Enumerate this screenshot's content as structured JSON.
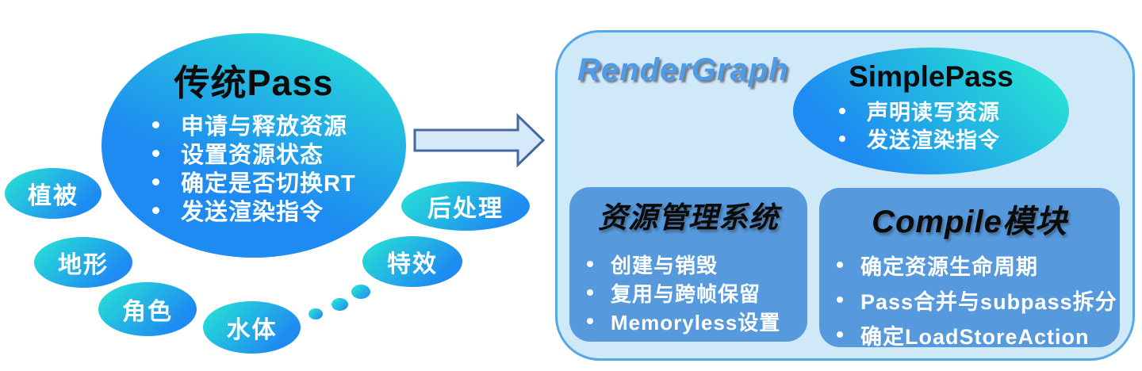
{
  "diagram": {
    "left": {
      "main_ellipse": {
        "title": "传统Pass",
        "bullets": [
          "申请与释放资源",
          "设置资源状态",
          "确定是否切换RT",
          "发送渲染指令"
        ]
      },
      "satellites": [
        {
          "label": "植被"
        },
        {
          "label": "地形"
        },
        {
          "label": "角色"
        },
        {
          "label": "水体"
        },
        {
          "label": "后处理"
        },
        {
          "label": "特效"
        }
      ]
    },
    "right_panel": {
      "label": "RenderGraph",
      "simple_pass": {
        "title": "SimplePass",
        "bullets": [
          "声明读写资源",
          "发送渲染指令"
        ]
      },
      "resource_box": {
        "title": "资源管理系统",
        "bullets": [
          "创建与销毁",
          "复用与跨帧保留",
          "Memoryless设置"
        ]
      },
      "compile_box": {
        "title": "Compile模块",
        "bullets": [
          "确定资源生命周期",
          "Pass合并与subpass拆分",
          "确定LoadStoreAction"
        ]
      }
    },
    "colors": {
      "gradient_teal": "#27E0D5",
      "gradient_blue": "#1E8BF2",
      "panel_background": "#D0E9F9",
      "panel_border": "#56A8E9",
      "inner_box_background": "#569ADD",
      "arrow_fill": "#D6E9F8",
      "arrow_border": "#44699F",
      "rendergraph_text": "#4E9BE8",
      "bullet_text": "#FFFFFF",
      "title_text": "#000000"
    }
  }
}
